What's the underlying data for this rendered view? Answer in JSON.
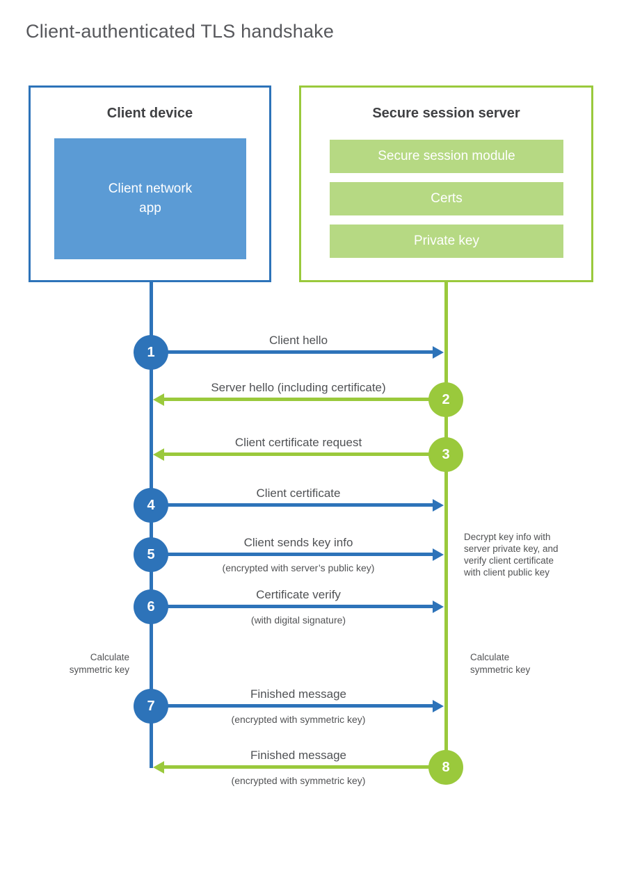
{
  "page": {
    "title": "Client-authenticated TLS handshake"
  },
  "colors": {
    "blue": "#2d73b9",
    "light_blue": "#5b9bd5",
    "green": "#9ac93c",
    "light_green": "#b6d983"
  },
  "client_box": {
    "title": "Client device",
    "app_label": "Client network\napp"
  },
  "server_box": {
    "title": "Secure session server",
    "modules": [
      "Secure session module",
      "Certs",
      "Private key"
    ]
  },
  "messages": [
    {
      "step": "1",
      "direction": "client-to-server",
      "label": "Client hello",
      "sublabel": ""
    },
    {
      "step": "2",
      "direction": "server-to-client",
      "label": "Server hello (including certificate)",
      "sublabel": ""
    },
    {
      "step": "3",
      "direction": "server-to-client",
      "label": "Client certificate request",
      "sublabel": ""
    },
    {
      "step": "4",
      "direction": "client-to-server",
      "label": "Client certificate",
      "sublabel": ""
    },
    {
      "step": "5",
      "direction": "client-to-server",
      "label": "Client sends key info",
      "sublabel": "(encrypted with server’s public key)"
    },
    {
      "step": "6",
      "direction": "client-to-server",
      "label": "Certificate verify",
      "sublabel": "(with digital signature)"
    },
    {
      "step": "7",
      "direction": "client-to-server",
      "label": "Finished message",
      "sublabel": "(encrypted with symmetric key)"
    },
    {
      "step": "8",
      "direction": "server-to-client",
      "label": "Finished message",
      "sublabel": "(encrypted with symmetric key)"
    }
  ],
  "annotations": {
    "decrypt_note": "Decrypt key info with\nserver private key, and\nverify client certificate\nwith client public key",
    "calc_left": "Calculate\nsymmetric key",
    "calc_right": "Calculate\nsymmetric key"
  }
}
